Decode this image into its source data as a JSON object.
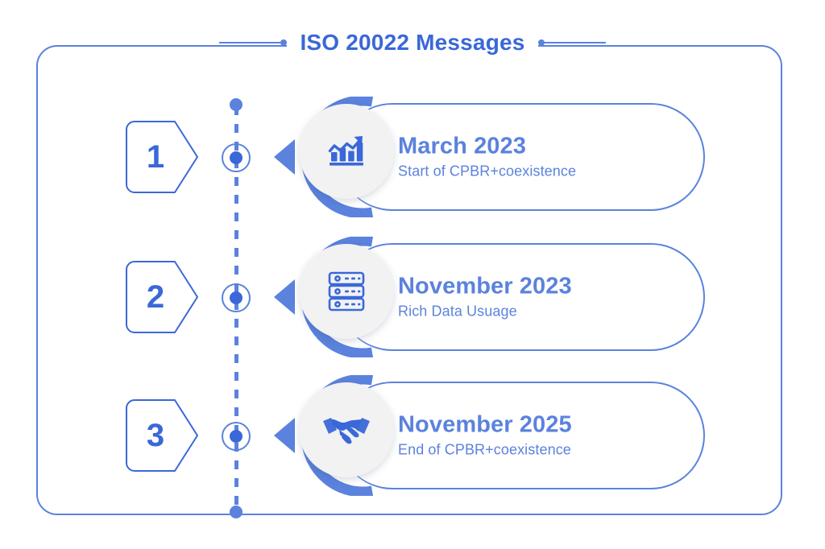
{
  "header": {
    "title": "ISO 20022 Messages",
    "rule_left_icon": "horizontal-rule-with-dot",
    "rule_right_icon": "horizontal-rule-with-dot"
  },
  "theme": {
    "accent": "#3a68d8",
    "accent_soft": "#5b82dd",
    "disc_bg": "#f2f2f3",
    "page_bg": "#ffffff"
  },
  "timeline": {
    "top_cap_icon": "timeline-dot",
    "bottom_cap_icon": "timeline-dot",
    "dotted_spine_icon": "dotted-line"
  },
  "milestones": [
    {
      "number": "1",
      "icon": "growth-chart-icon",
      "title": "March 2023",
      "subtitle": "Start of CPBR+coexistence"
    },
    {
      "number": "2",
      "icon": "server-rack-icon",
      "title": "November 2023",
      "subtitle": "Rich Data Usuage"
    },
    {
      "number": "3",
      "icon": "handshake-icon",
      "title": "November 2025",
      "subtitle": "End of CPBR+coexistence"
    }
  ]
}
